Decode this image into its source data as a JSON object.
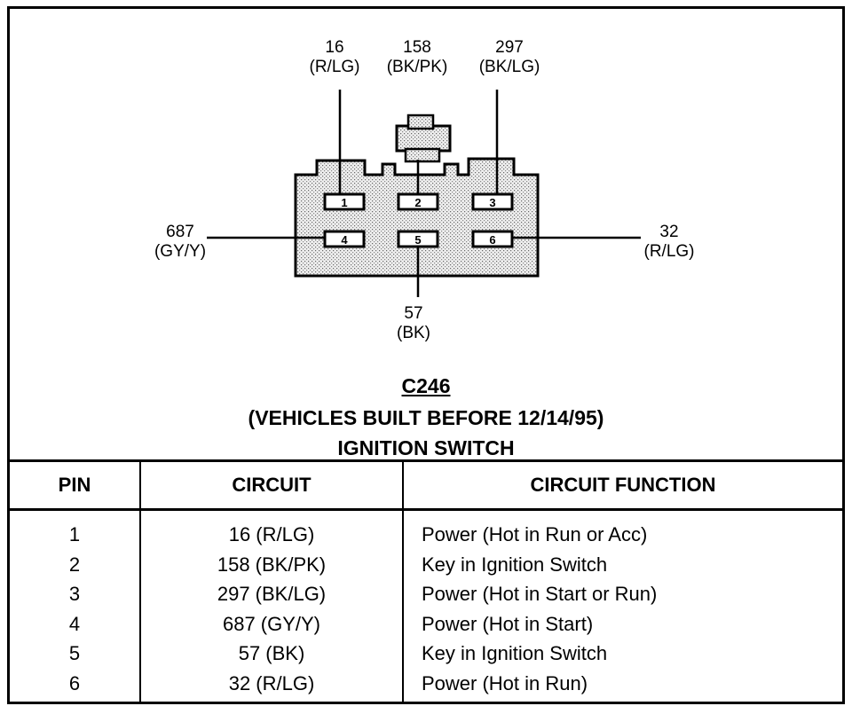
{
  "connector": {
    "id": "C246",
    "note": "(VEHICLES BUILT BEFORE 12/14/95)",
    "device": "IGNITION SWITCH"
  },
  "wires": [
    {
      "pin": "1",
      "circuit": "16",
      "color": "(R/LG)"
    },
    {
      "pin": "2",
      "circuit": "158",
      "color": "(BK/PK)"
    },
    {
      "pin": "3",
      "circuit": "297",
      "color": "(BK/LG)"
    },
    {
      "pin": "4",
      "circuit": "687",
      "color": "(GY/Y)"
    },
    {
      "pin": "5",
      "circuit": "57",
      "color": "(BK)"
    },
    {
      "pin": "6",
      "circuit": "32",
      "color": "(R/LG)"
    }
  ],
  "table": {
    "headers": [
      "PIN",
      "CIRCUIT",
      "CIRCUIT FUNCTION"
    ],
    "rows": [
      {
        "pin": "1",
        "circuit": "16 (R/LG)",
        "function": "Power (Hot in Run or Acc)"
      },
      {
        "pin": "2",
        "circuit": "158 (BK/PK)",
        "function": "Key in Ignition Switch"
      },
      {
        "pin": "3",
        "circuit": "297 (BK/LG)",
        "function": "Power (Hot in Start or Run)"
      },
      {
        "pin": "4",
        "circuit": "687 (GY/Y)",
        "function": "Power (Hot in Start)"
      },
      {
        "pin": "5",
        "circuit": "57 (BK)",
        "function": "Key in Ignition Switch"
      },
      {
        "pin": "6",
        "circuit": "32 (R/LG)",
        "function": "Power (Hot in Run)"
      }
    ]
  }
}
